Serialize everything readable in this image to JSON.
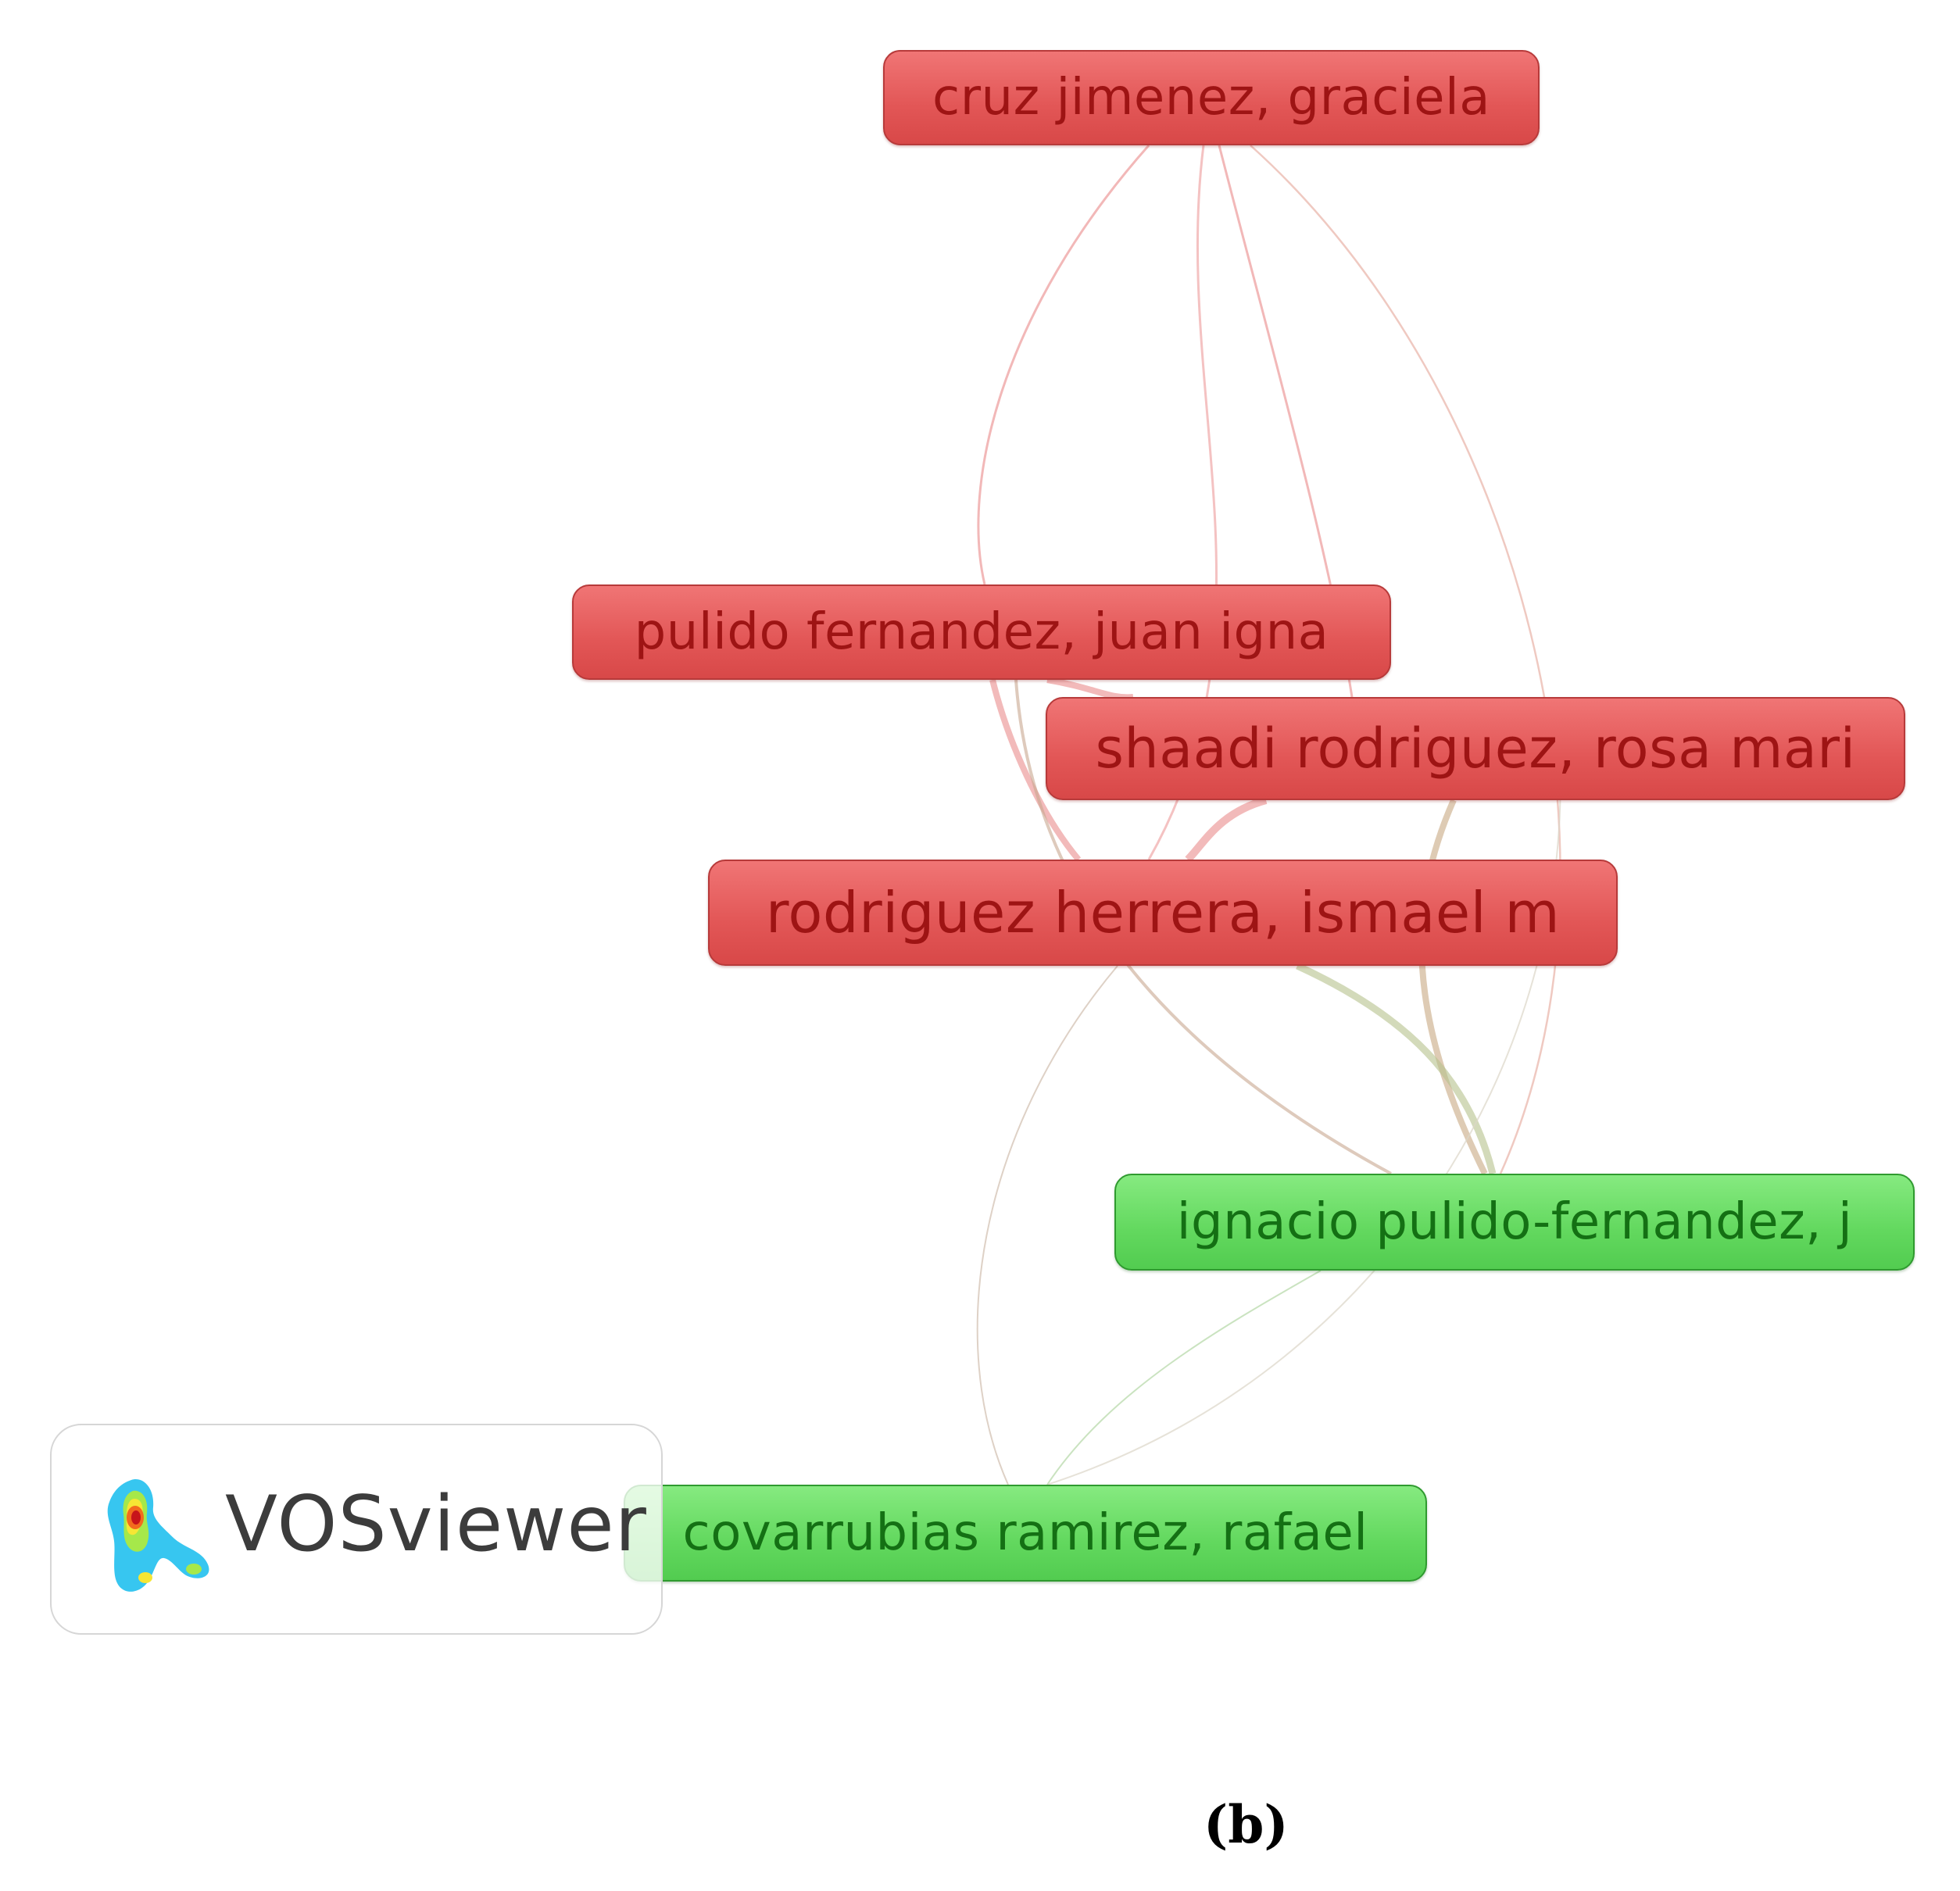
{
  "nodes": [
    {
      "id": "cruz",
      "label": "cruz jimenez, graciela",
      "cluster": "red"
    },
    {
      "id": "pulido",
      "label": "pulido fernandez, juan igna",
      "cluster": "red"
    },
    {
      "id": "shaadi",
      "label": "shaadi rodriguez, rosa mari",
      "cluster": "red"
    },
    {
      "id": "rodriguez",
      "label": "rodriguez herrera, ismael m",
      "cluster": "red"
    },
    {
      "id": "ignacio",
      "label": "ignacio pulido-fernandez, j",
      "cluster": "green"
    },
    {
      "id": "covarrubias",
      "label": "covarrubias ramirez, rafael",
      "cluster": "green"
    }
  ],
  "links": [
    [
      "cruz",
      "pulido"
    ],
    [
      "cruz",
      "shaadi"
    ],
    [
      "cruz",
      "rodriguez"
    ],
    [
      "cruz",
      "ignacio"
    ],
    [
      "pulido",
      "shaadi"
    ],
    [
      "pulido",
      "rodriguez"
    ],
    [
      "pulido",
      "ignacio"
    ],
    [
      "shaadi",
      "rodriguez"
    ],
    [
      "shaadi",
      "ignacio"
    ],
    [
      "rodriguez",
      "ignacio"
    ],
    [
      "rodriguez",
      "covarrubias"
    ],
    [
      "ignacio",
      "covarrubias"
    ],
    [
      "cruz",
      "covarrubias"
    ]
  ],
  "colors": {
    "red": "#e25656",
    "green": "#5bd457",
    "edge_red": "#e88a8a",
    "edge_green": "#9ad48a"
  },
  "logo": {
    "text": "VOSviewer"
  },
  "panel_label": "(b)"
}
